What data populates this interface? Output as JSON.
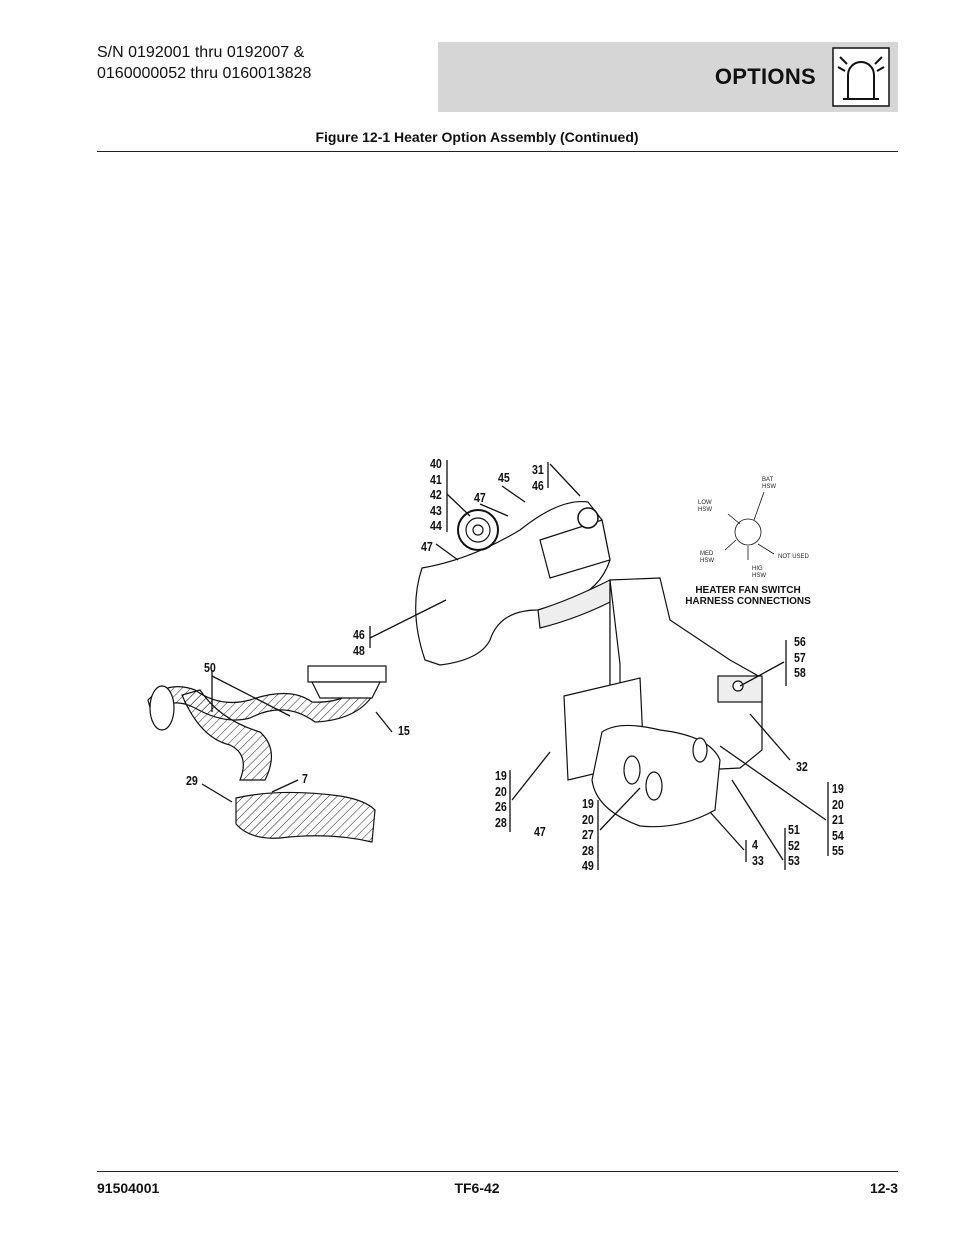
{
  "header": {
    "serial_line1": "S/N 0192001 thru 0192007 &",
    "serial_line2": "0160000052 thru 0160013828",
    "section_title": "OPTIONS",
    "section_icon": "options-light-icon"
  },
  "figure": {
    "caption": "Figure 12-1 Heater Option Assembly (Continued)",
    "callouts": {
      "c40_44": "40\n41\n42\n43\n44",
      "c45": "45",
      "c31_46": "31\n46",
      "c47a": "47",
      "c47b": "47",
      "c46_48": "46\n48",
      "c50": "50",
      "c15": "15",
      "c29": "29",
      "c7": "7",
      "c56_58": "56\n57\n58",
      "c32": "32",
      "c19_28a": "19\n20\n26\n28",
      "c47c": "47",
      "c19_49": "19\n20\n27\n28\n49",
      "c4_33": "4\n33",
      "c51_53": "51\n52\n53",
      "c19_55": "19\n20\n21\n54\n55"
    },
    "harness": {
      "title_line1": "HEATER FAN SWITCH",
      "title_line2": "HARNESS CONNECTIONS",
      "bat": "BAT\nHSW",
      "low": "LOW\nHSW",
      "med": "MED\nHSW",
      "hig": "HIG\nHSW",
      "not_used": "NOT USED"
    }
  },
  "footer": {
    "doc_number": "91504001",
    "model": "TF6-42",
    "page": "12-3"
  }
}
